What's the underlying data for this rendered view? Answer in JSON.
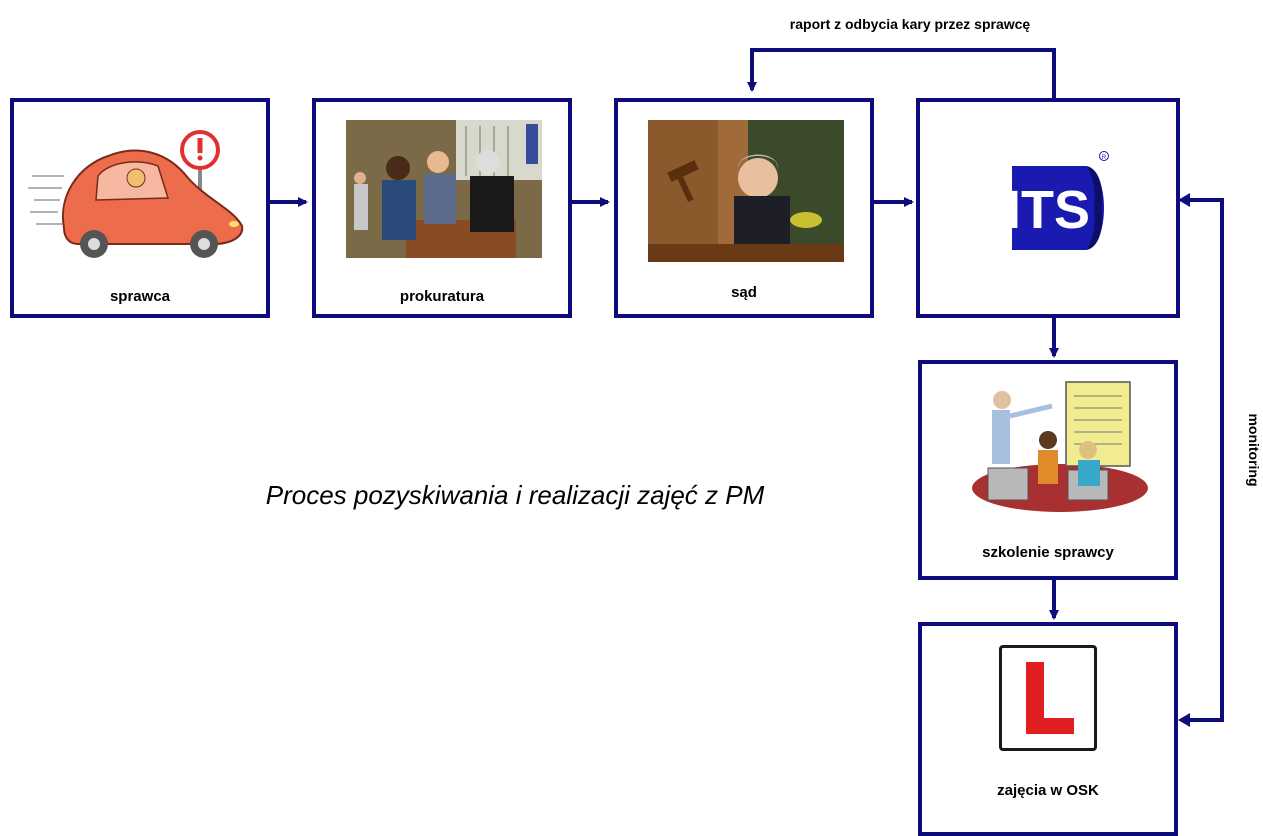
{
  "nodes": {
    "sprawca": "sprawca",
    "prokuratura": "prokuratura",
    "sad": "sąd",
    "its": "",
    "szkolenie": "szkolenie sprawcy",
    "osk": "zajęcia w OSK"
  },
  "labels": {
    "report_loop": "raport z odbycia kary przez sprawcę",
    "monitoring": "monitoring"
  },
  "caption": "Proces pozyskiwania i realizacji zajęć z PM",
  "logo_text": "ITS",
  "l_sign_text": "L",
  "colors": {
    "border": "#0c0c7c",
    "arrow": "#0c0c7c",
    "logo_blue": "#1a1ab0",
    "l_red": "#e02020"
  }
}
